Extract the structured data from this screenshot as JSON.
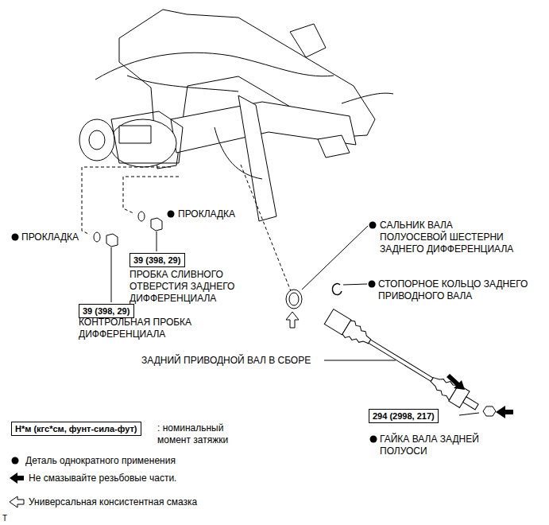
{
  "diagram": {
    "nodes": [
      {
        "text": [
          "39 (398, 29)"
        ]
      },
      {
        "text": [
          "39 (398, 29)"
        ]
      },
      {
        "text": [
          "294 (2998, 217)"
        ]
      },
      {
        "text": [
          "Н*м (кгс*см, фунт-сила-фут)"
        ]
      }
    ],
    "labels": [
      "ПРОКЛАДКА",
      "САЛЬНИК ВАЛА ПОЛУОСЕВОЙ ШЕСТЕРНИ ЗАДНЕГО ДИФФЕРЕНЦИАЛА",
      "ПРОКЛАДКА",
      "ПРОБКА СЛИВНОГО ОТВЕРСТИЯ ЗАДНЕГО ДИФФЕРЕНЦИАЛА",
      "СТОПОРНОЕ КОЛЬЦО ЗАДНЕГО ПРИВОДНОГО ВАЛА",
      "КОНТРОЛЬНАЯ ПРОБКА ДИФФЕРЕНЦИАЛА",
      "ЗАДНИЙ ПРИВОДНОЙ ВАЛ В СБОРЕ",
      "ГАЙКА ВАЛА ЗАДНЕЙ ПОЛУОСИ",
      ": номинальный момент затяжки",
      "T"
    ],
    "legend": [
      {
        "text": "Деталь однократного применения"
      },
      {
        "text": "Не смазывайте резьбовые части."
      },
      {
        "text": "Универсальная консистентная смазка"
      }
    ]
  }
}
